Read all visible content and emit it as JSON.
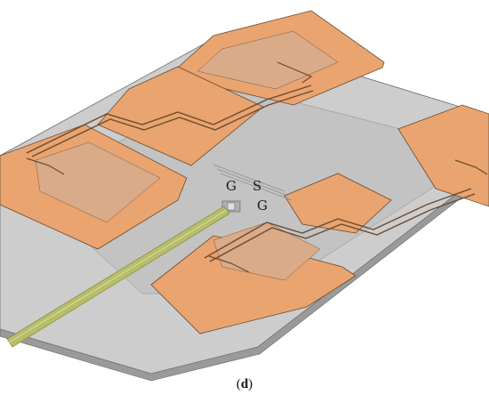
{
  "figure": {
    "port_labels": {
      "g1": "G",
      "s": "S",
      "g2": "G"
    },
    "caption": {
      "open": "(",
      "letter": "d",
      "close": ")"
    },
    "colors": {
      "substrate": "#c8c8c8",
      "substrate_side": "#8d8d8d",
      "patch": "#e9a46f",
      "patch_edge": "#6b4a30",
      "patch_overlap": "#d9ab88",
      "feed_line": "#b8bd6a",
      "ground_strip": "#bdbdbd"
    }
  }
}
